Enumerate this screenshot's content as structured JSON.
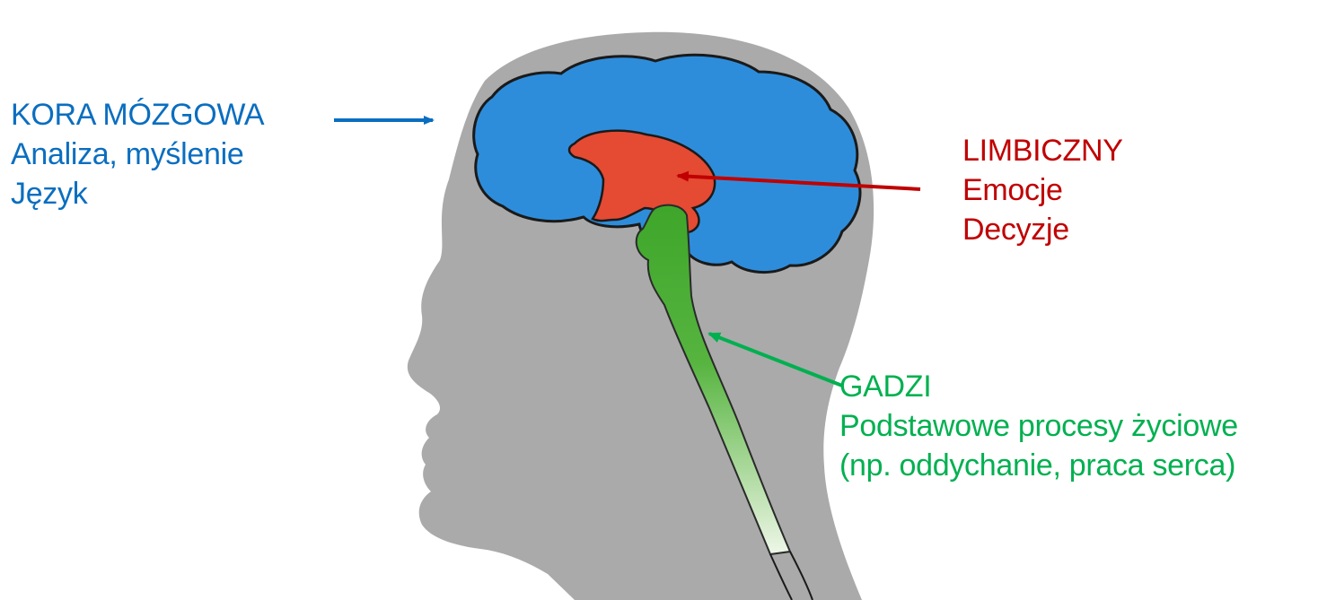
{
  "colors": {
    "cortex": "#2e8ddb",
    "limbic": "#e54a33",
    "reptilian": "#3ea62a",
    "head": "#aaaaaa",
    "outline": "#1a1a1a"
  },
  "regions": {
    "cortex": {
      "color": "#0a6ec0",
      "lines": [
        "KORA MÓZGOWA",
        "Analiza, myślenie",
        "Język"
      ]
    },
    "limbic": {
      "color": "#c00000",
      "lines": [
        "LIMBICZNY",
        "Emocje",
        "Decyzje"
      ]
    },
    "reptilian": {
      "color": "#00b050",
      "lines": [
        "GADZI",
        "Podstawowe procesy życiowe",
        "(np. oddychanie, praca serca)"
      ]
    }
  }
}
